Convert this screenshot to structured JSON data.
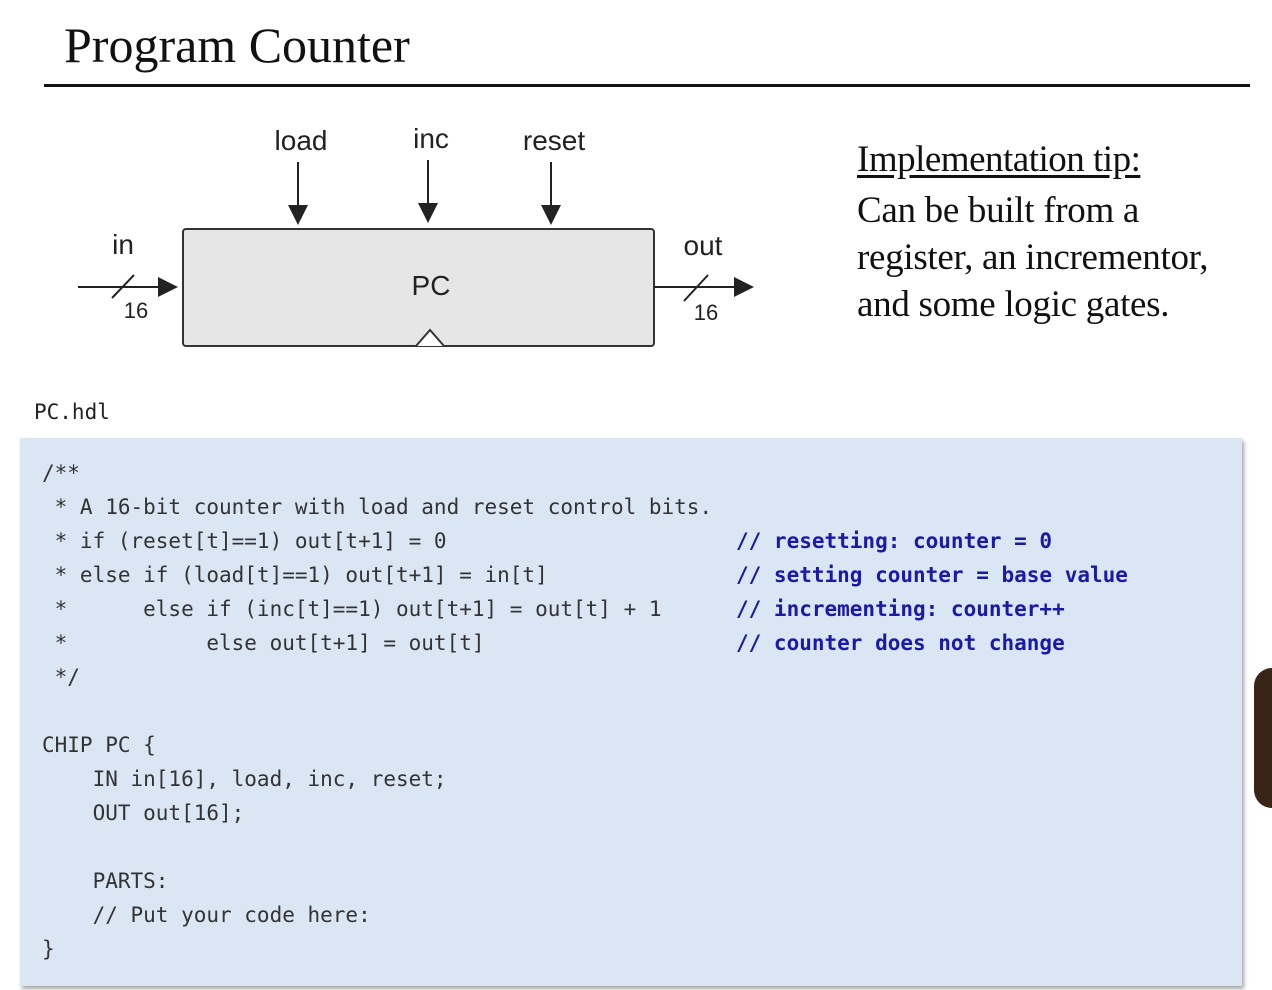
{
  "slide": {
    "title": "Program Counter"
  },
  "diagram": {
    "chip_label": "PC",
    "inputs_top": [
      "load",
      "inc",
      "reset"
    ],
    "input_left_label": "in",
    "input_left_width": "16",
    "output_label": "out",
    "output_width": "16"
  },
  "tip": {
    "heading": "Implementation tip:",
    "lines": [
      "Can be built from a",
      "register, an incrementor,",
      "and some logic gates."
    ]
  },
  "code": {
    "filename": "PC.hdl",
    "lines": [
      "/**",
      " * A 16-bit counter with load and reset control bits.",
      " * if (reset[t]==1) out[t+1] = 0",
      " * else if (load[t]==1) out[t+1] = in[t]",
      " *      else if (inc[t]==1) out[t+1] = out[t] + 1",
      " *           else out[t+1] = out[t]",
      " */",
      "",
      "CHIP PC {",
      "    IN in[16], load, inc, reset;",
      "    OUT out[16];",
      "",
      "    PARTS:",
      "    // Put your code here:",
      "}"
    ],
    "comments": [
      "// resetting: counter = 0",
      "// setting counter = base value",
      "// incrementing: counter++",
      "// counter does not change"
    ]
  }
}
